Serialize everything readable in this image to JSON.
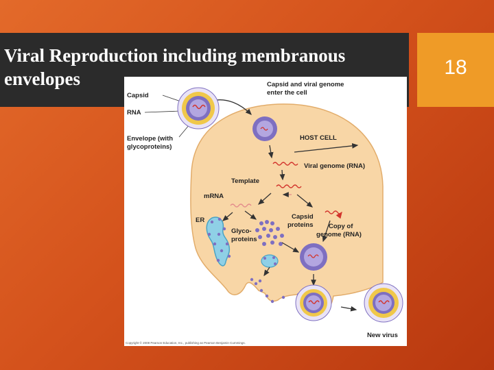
{
  "slide": {
    "title": "Viral Reproduction including membranous envelopes",
    "slide_number": "18"
  },
  "figure": {
    "labels": {
      "capsid": "Capsid",
      "rna": "RNA",
      "envelope_line1": "Envelope (with",
      "envelope_line2": "glycoproteins)",
      "enter_line1": "Capsid and viral genome",
      "enter_line2": "enter the cell",
      "host_cell": "HOST CELL",
      "viral_genome": "Viral genome (RNA)",
      "template": "Template",
      "mrna": "mRNA",
      "er": "ER",
      "capsid_proteins_line1": "Capsid",
      "capsid_proteins_line2": "proteins",
      "glyco_line1": "Glyco-",
      "glyco_line2": "proteins",
      "copy_line1": "Copy of",
      "copy_line2": "genome (RNA)",
      "new_virus": "New virus",
      "credit": "Copyright © 2008 Pearson Education, Inc., publishing as Pearson Benjamin Cummings."
    },
    "colors": {
      "cell": "#f8d6a6",
      "capsid": "#7e6fc1",
      "envelope": "#f0c84a",
      "rna": "#d2342c",
      "er": "#8fd0e6"
    }
  }
}
